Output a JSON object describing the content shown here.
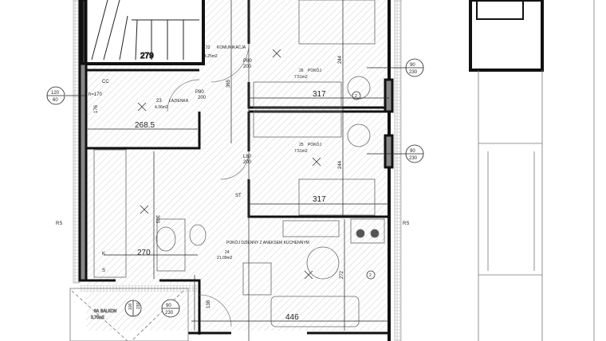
{
  "stair": {
    "dim": "279"
  },
  "corridor": {
    "num": "22",
    "name": "KOMUNIKACJA",
    "area": "4.25m2",
    "vertical": "365"
  },
  "bathroom": {
    "num": "23",
    "name": "ŁAZIENKA",
    "area": "4.36m2",
    "dim": "268.5",
    "height_note": "h=170",
    "side_dim": "176",
    "cc": "CC"
  },
  "room26": {
    "num": "26",
    "name": "POKÓJ",
    "area": "7.51m2",
    "dim_w": "317",
    "dim_h": "244",
    "door": "P80",
    "door_h": "200"
  },
  "room25": {
    "num": "25",
    "name": "POKÓJ",
    "area": "7.51m2",
    "dim_w": "317",
    "dim_h": "244",
    "door": "L80",
    "door_h": "200"
  },
  "bath_door": {
    "door": "P80",
    "door_h": "200"
  },
  "st_label": "ST",
  "kitchen": {
    "dim": "270",
    "side_dim": "303",
    "k": "K",
    "s": "S"
  },
  "living": {
    "num": "24",
    "name": "POKÓJ DZIENNY Z ANEKSEM KUCHENNYM",
    "area": "21.09m2",
    "dim_w": "446",
    "dim_h": "272",
    "dim_left": "138"
  },
  "balcony": {
    "num": "6A",
    "name": "BALKON",
    "area": "3.70m2"
  },
  "windows": [
    {
      "w": "120",
      "h": "60"
    },
    {
      "w": "90",
      "h": "230"
    },
    {
      "w": "90",
      "h": "230"
    },
    {
      "w": "100",
      "h": "230"
    },
    {
      "w": "90",
      "h": "230"
    }
  ],
  "rs_labels": [
    "RS",
    "RS"
  ],
  "radiator_label": "2",
  "colors": {
    "wall": "#1a1a1a",
    "hatch": "#9a9a9a",
    "insulation": "#c8c8c8",
    "background": "#ffffff"
  }
}
